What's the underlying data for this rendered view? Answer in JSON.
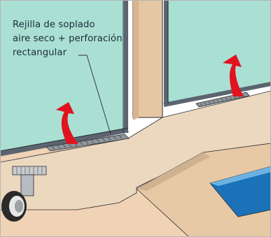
{
  "callout": {
    "line1": "Rejilla de soplado",
    "line2": "aire seco + perforación",
    "line3": "rectangular"
  },
  "colors": {
    "glass": "#a9e0d3",
    "frame": "#5b6470",
    "wall": "#f0d3b5",
    "column": "#e6c7a4",
    "floor": "#ecd8bf",
    "pool_water": "#1b72b8",
    "pool_edge": "#cfb292",
    "arrow": "#e0131f",
    "grille": "#8f969c",
    "outline": "#2b2b2b"
  },
  "icons": [
    "airflow-arrow-icon",
    "floor-grille-icon",
    "duct-outlet-icon"
  ]
}
